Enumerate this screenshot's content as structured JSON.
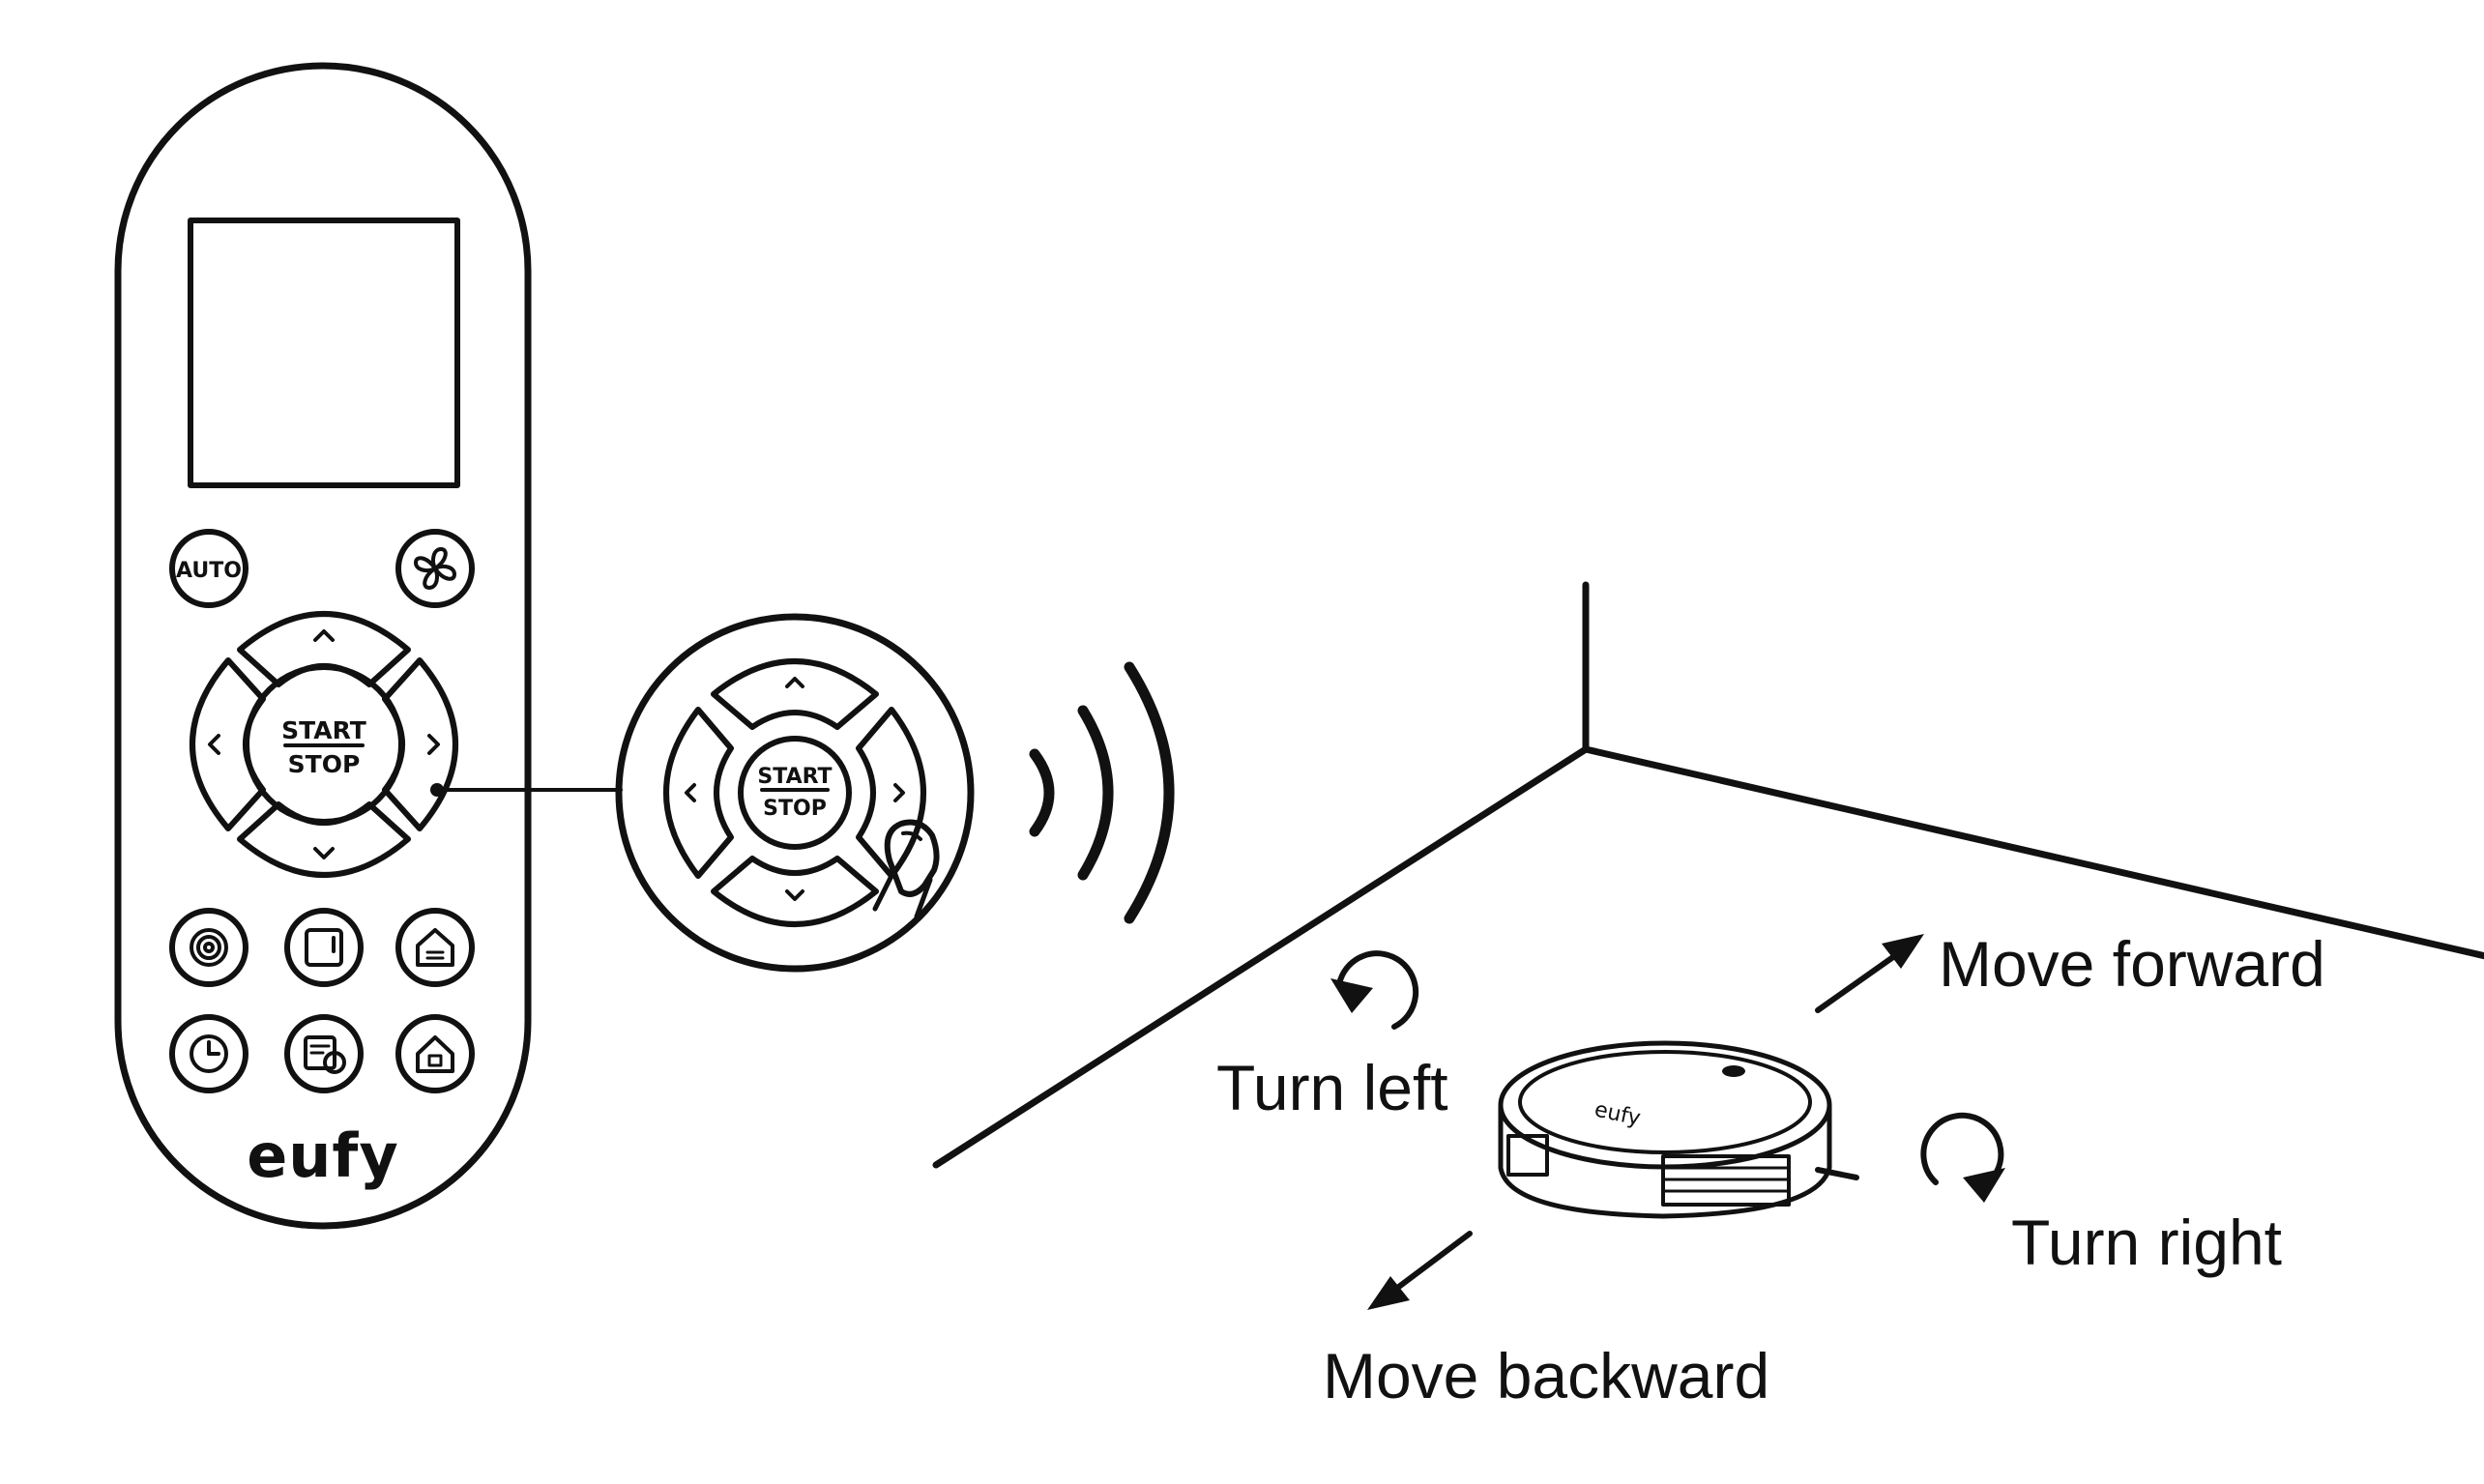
{
  "remote": {
    "auto_label": "AUTO",
    "start_label": "START",
    "stop_label": "STOP",
    "brand": "eufy",
    "icons": [
      "fan-icon",
      "arrow-up-icon",
      "arrow-down-icon",
      "arrow-left-icon",
      "arrow-right-icon",
      "spot-clean-icon",
      "edge-clean-icon",
      "single-room-icon",
      "clock-icon",
      "schedule-icon",
      "home-icon"
    ]
  },
  "zoom": {
    "start_label": "START",
    "stop_label": "STOP"
  },
  "robot": {
    "brand": "eufy"
  },
  "labels": {
    "move_forward": "Move forward",
    "turn_left": "Turn left",
    "turn_right": "Turn right",
    "move_backward": "Move backward"
  }
}
